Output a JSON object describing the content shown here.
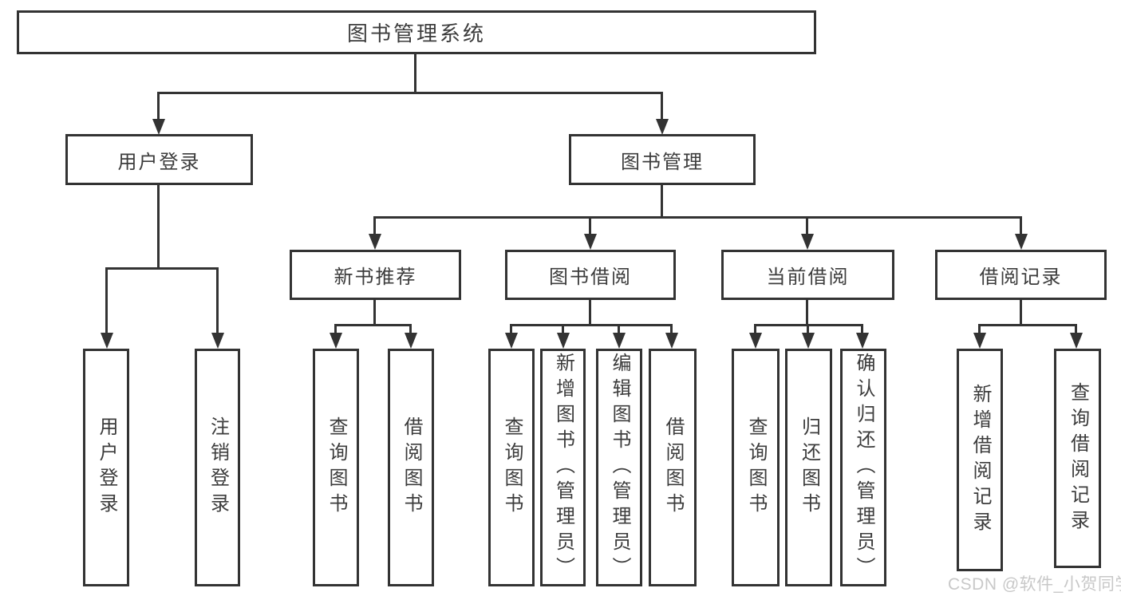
{
  "diagram": {
    "root": {
      "label": "图书管理系统",
      "children": [
        {
          "label": "用户登录",
          "children": [
            {
              "label": "用户登录"
            },
            {
              "label": "注销登录"
            }
          ]
        },
        {
          "label": "图书管理",
          "children": [
            {
              "label": "新书推荐",
              "children": [
                {
                  "label": "查询图书"
                },
                {
                  "label": "借阅图书"
                }
              ]
            },
            {
              "label": "图书借阅",
              "children": [
                {
                  "label": "查询图书"
                },
                {
                  "label": "新增图书（管理员）"
                },
                {
                  "label": "编辑图书（管理员）"
                },
                {
                  "label": "借阅图书"
                }
              ]
            },
            {
              "label": "当前借阅",
              "children": [
                {
                  "label": "查询图书"
                },
                {
                  "label": "归还图书"
                },
                {
                  "label": "确认归还（管理员）"
                }
              ]
            },
            {
              "label": "借阅记录",
              "children": [
                {
                  "label": "新增借阅记录"
                },
                {
                  "label": "查询借阅记录"
                }
              ]
            }
          ]
        }
      ]
    },
    "watermark": "CSDN @软件_小贺同学",
    "colors": {
      "line": "#333333",
      "text": "#3c3c3c",
      "watermark": "#c8c8c8",
      "background": "#ffffff"
    }
  }
}
